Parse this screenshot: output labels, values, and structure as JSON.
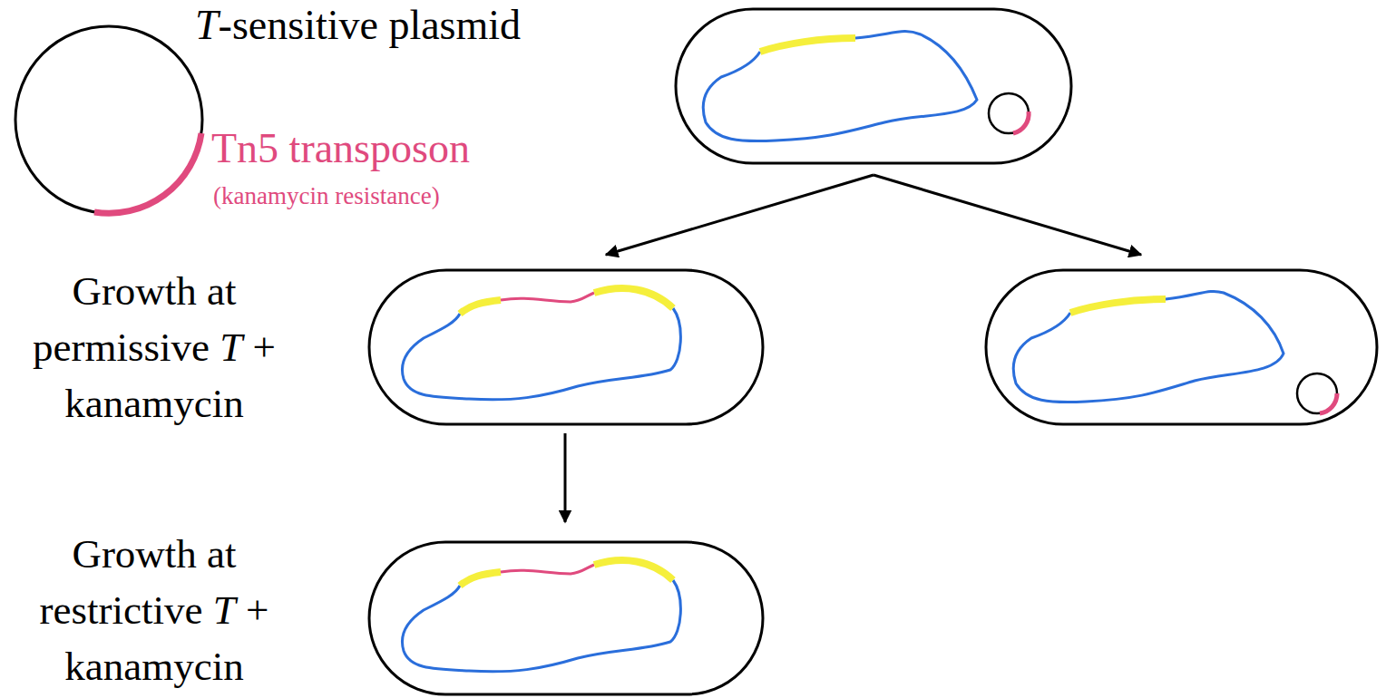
{
  "diagram": {
    "labels": [
      "T-sensitive plasmid",
      "Tn5 transposon",
      "(kanamycin resistance)",
      "Growth at permissive T + kanamycin",
      "Growth at restrictive T + kanamycin"
    ]
  }
}
